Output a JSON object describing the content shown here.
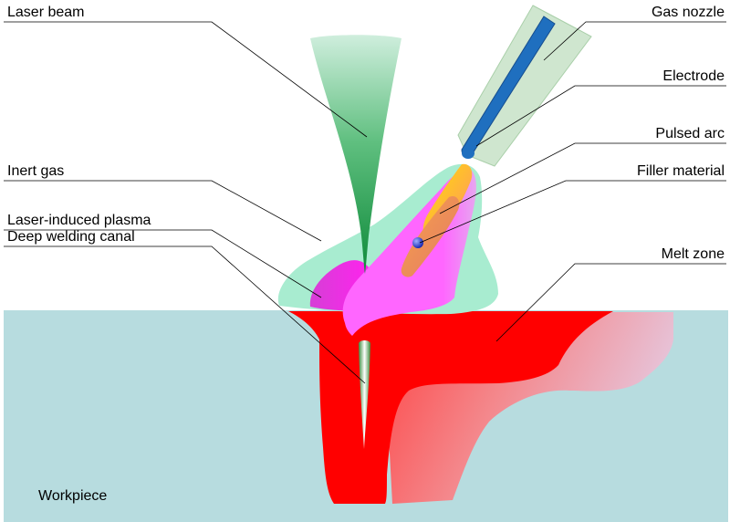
{
  "labels": {
    "laser_beam": "Laser beam",
    "inert_gas": "Inert gas",
    "laser_induced_plasma": "Laser-induced plasma",
    "deep_welding_canal": "Deep welding canal",
    "workpiece": "Workpiece",
    "gas_nozzle": "Gas nozzle",
    "electrode": "Electrode",
    "pulsed_arc": "Pulsed arc",
    "filler_material": "Filler material",
    "melt_zone": "Melt zone"
  },
  "colors": {
    "workpiece": "#b7dcdf",
    "melt_zone": "#ff0000",
    "laser_beam": "#1e9a4a",
    "inert_gas": "#a8ecd0",
    "plasma": "#ff66ff",
    "pulsed_arc": "#ffd21e",
    "filler_material": "#f08a5a",
    "gas_nozzle": "#cfe6cf",
    "electrode": "#1f6fbf",
    "filler_tip": "#2233cc"
  }
}
